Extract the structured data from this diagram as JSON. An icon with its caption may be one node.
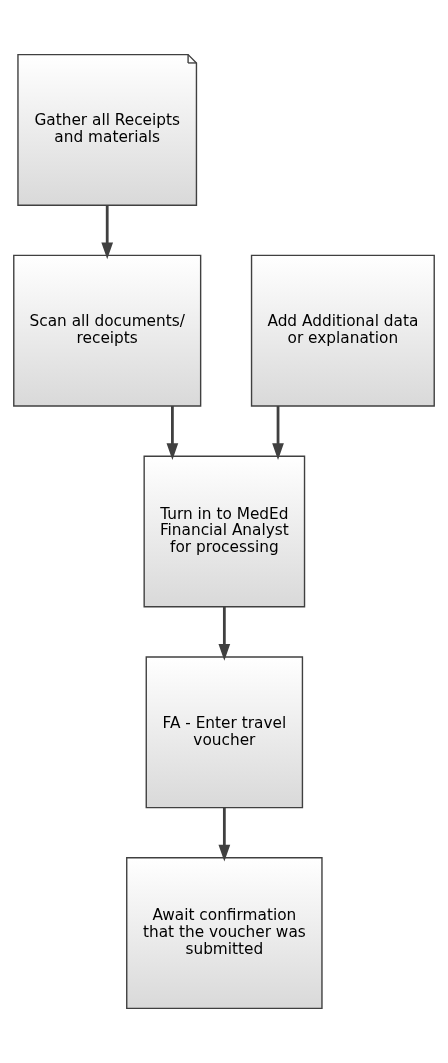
{
  "diagram": {
    "nodes": [
      {
        "text": [
          "Gather all Receipts and materials"
        ]
      },
      {
        "text": [
          "Scan all documents/ receipts"
        ]
      },
      {
        "text": [
          "Add Additional data or explanation"
        ]
      },
      {
        "text": [
          "Turn in to MedEd Financial Analyst for processing"
        ]
      },
      {
        "text": [
          "FA - Enter travel voucher"
        ]
      },
      {
        "text": [
          "Await confirmation that the voucher was submitted"
        ]
      }
    ],
    "edges": [
      {
        "from": 0,
        "to": 1,
        "arrow": "to"
      },
      {
        "from": 1,
        "to": 3,
        "arrow": "to"
      },
      {
        "from": 2,
        "to": 3,
        "arrow": "to"
      },
      {
        "from": 3,
        "to": 4,
        "arrow": "to"
      },
      {
        "from": 4,
        "to": 5,
        "arrow": "to"
      }
    ]
  }
}
